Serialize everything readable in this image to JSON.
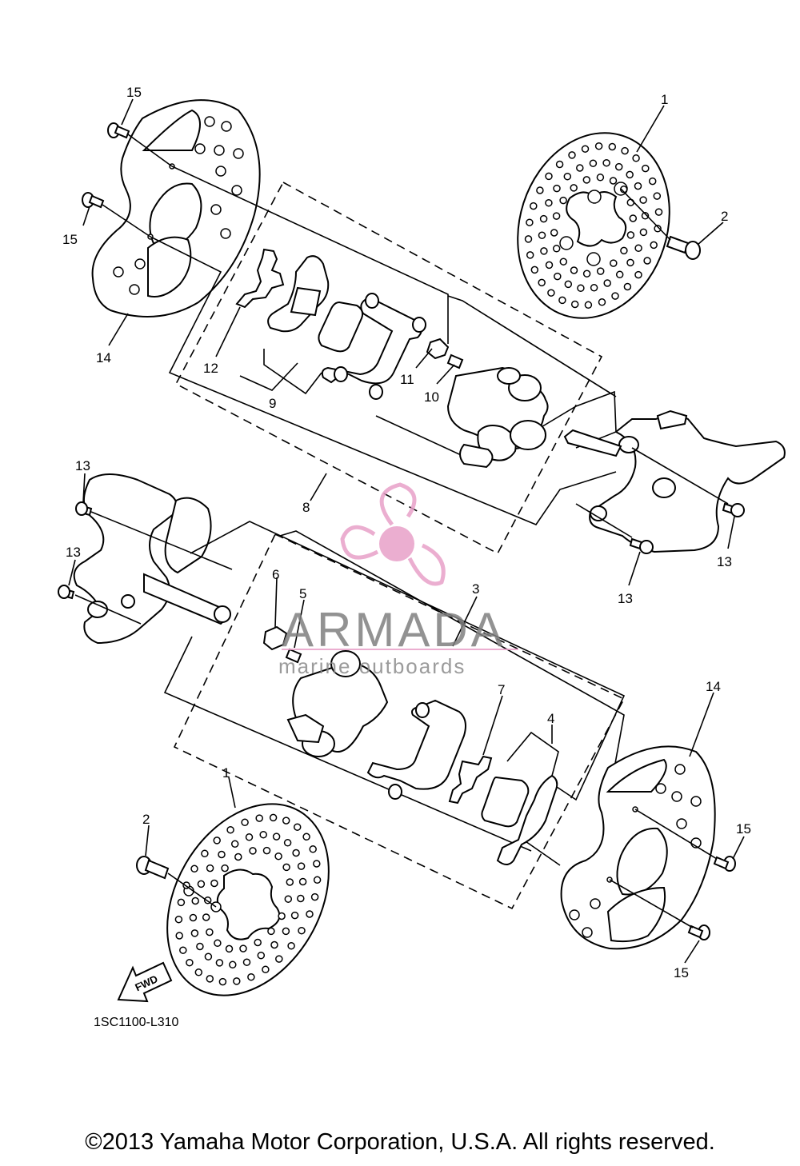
{
  "drawing_id": "1SC1100-L310",
  "copyright": "©2013 Yamaha Motor Corporation, U.S.A. All rights reserved.",
  "fwd_label": "FWD",
  "watermark": {
    "brand": "ARMADA",
    "tagline": "marine outboards",
    "logo_color": "#e8a0c8"
  },
  "callouts": [
    {
      "id": "c1a",
      "label": "1"
    },
    {
      "id": "c2a",
      "label": "2"
    },
    {
      "id": "c15a",
      "label": "15"
    },
    {
      "id": "c15b",
      "label": "15"
    },
    {
      "id": "c14a",
      "label": "14"
    },
    {
      "id": "c12",
      "label": "12"
    },
    {
      "id": "c9",
      "label": "9"
    },
    {
      "id": "c11",
      "label": "11"
    },
    {
      "id": "c10",
      "label": "10"
    },
    {
      "id": "c8",
      "label": "8"
    },
    {
      "id": "c13a",
      "label": "13"
    },
    {
      "id": "c13b",
      "label": "13"
    },
    {
      "id": "c13c",
      "label": "13"
    },
    {
      "id": "c13d",
      "label": "13"
    },
    {
      "id": "c6",
      "label": "6"
    },
    {
      "id": "c5",
      "label": "5"
    },
    {
      "id": "c3",
      "label": "3"
    },
    {
      "id": "c7",
      "label": "7"
    },
    {
      "id": "c4",
      "label": "4"
    },
    {
      "id": "c14b",
      "label": "14"
    },
    {
      "id": "c1b",
      "label": "1"
    },
    {
      "id": "c2b",
      "label": "2"
    },
    {
      "id": "c15c",
      "label": "15"
    },
    {
      "id": "c15d",
      "label": "15"
    }
  ]
}
